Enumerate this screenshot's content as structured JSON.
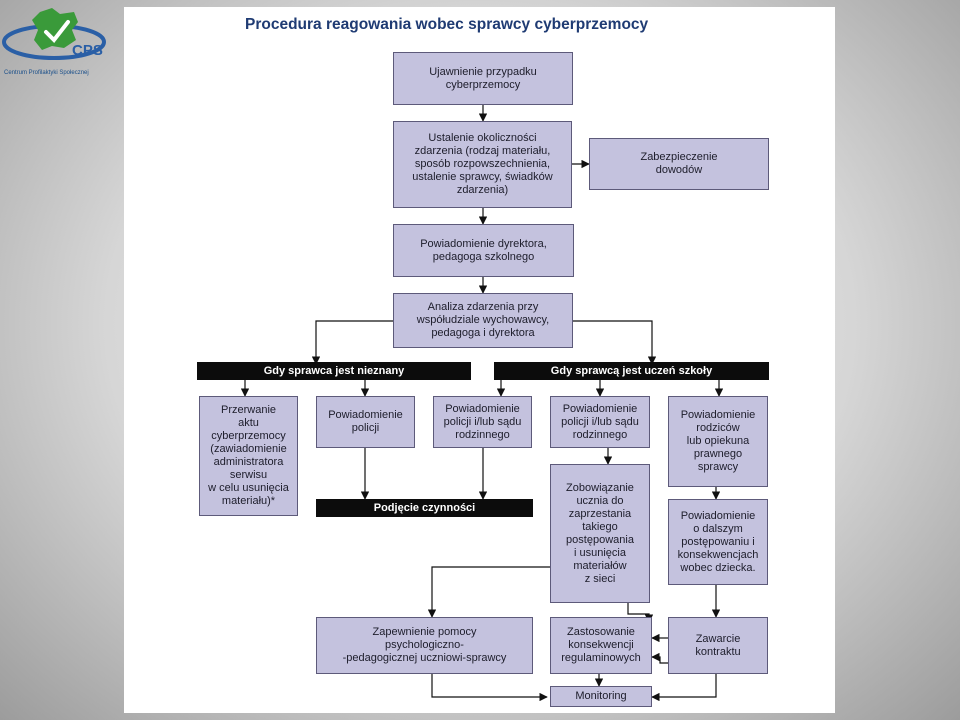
{
  "logo": {
    "abbr": "CPS",
    "org": "Centrum Profilaktyki Społecznej"
  },
  "title": "Procedura reagowania wobec sprawcy cyberprzemocy",
  "nodes": {
    "n1": "Ujawnienie przypadku\ncyberprzemocy",
    "n2": "Ustalenie okoliczności\nzdarzenia (rodzaj materiału,\nsposób rozpowszechnienia,\nustalenie sprawcy, świadków\nzdarzenia)",
    "n3": "Zabezpieczenie\ndowodów",
    "n4": "Powiadomienie dyrektora,\npedagoga szkolnego",
    "n5": "Analiza zdarzenia przy\nwspółudziale wychowawcy,\npedagoga i dyrektora",
    "bar_unknown": "Gdy sprawca jest nieznany",
    "bar_student": "Gdy sprawcą jest uczeń szkoły",
    "n6": "Przerwanie\naktu\ncyberprzemocy\n(zawiadomienie\nadministratora\nserwisu\nw celu usunięcia\nmateriału)*",
    "n7": "Powiadomienie\npolicji",
    "n8": "Powiadomienie\npolicji i/lub sądu\nrodzinnego",
    "n9": "Powiadomienie\npolicji i/lub sądu\nrodzinnego",
    "n10": "Powiadomienie\nrodziców\nlub opiekuna\nprawnego\nsprawcy",
    "bar_actions": "Podjęcie czynności",
    "n11": "Zobowiązanie\nucznia do\nzaprzestania\ntakiego\npostępowania\ni usunięcia\nmateriałów\nz sieci",
    "n12": "Powiadomienie\no dalszym\npostępowaniu i\nkonsekwencjach\nwobec dziecka.",
    "n13": "Zapewnienie pomocy\npsychologiczno-\n-pedagogicznej uczniowi-sprawcy",
    "n14": "Zastosowanie\nkonsekwencji\nregulaminowych",
    "n15": "Zawarcie\nkontraktu",
    "n16": "Monitoring"
  },
  "colors": {
    "box_fill": "#c4c2de",
    "box_border": "#5d5a7a",
    "bar_fill": "#0c0c0c",
    "title": "#1f3b73",
    "logo_green": "#3a9a3a"
  }
}
